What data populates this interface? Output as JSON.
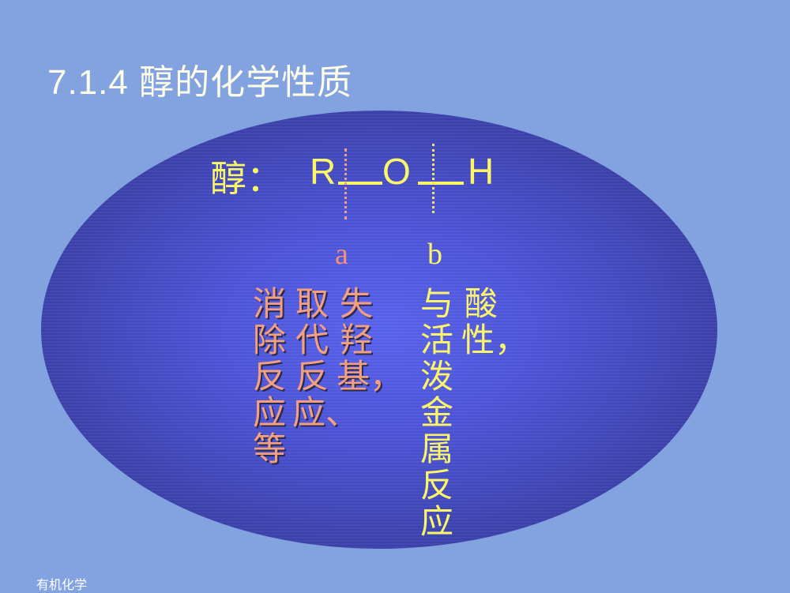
{
  "slide": {
    "title": "7.1.4  醇的化学性质",
    "formula": {
      "prefix": "醇：",
      "atoms": [
        "R",
        "O",
        "H"
      ]
    },
    "cleavage_labels": {
      "a": "a",
      "b": "b"
    },
    "column_a": [
      "失羟基，",
      "取代反应、",
      "消除反应等"
    ],
    "column_b": [
      "酸性，",
      "与活泼金属反应"
    ],
    "footer": "有机化学"
  },
  "colors": {
    "background": "#82a2e0",
    "title": "#fdfde8",
    "formula": "#fbf56a",
    "label_a": "#f3907a",
    "label_b": "#fbf56a",
    "ellipse_center": "#5a64f0",
    "ellipse_edge": "#2e3480"
  }
}
